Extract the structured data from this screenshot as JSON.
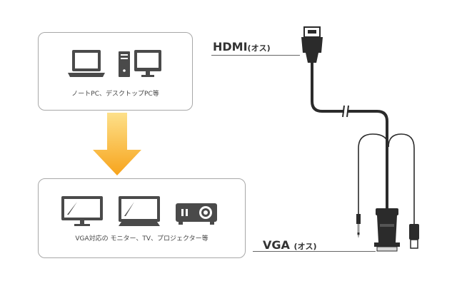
{
  "source": {
    "caption": "ノートPC、デスクトップPC等",
    "icons": [
      "laptop-icon",
      "desktop-pc-icon"
    ]
  },
  "target": {
    "caption": "VGA対応の モニター、TV、プロジェクター等",
    "icons": [
      "monitor-icon",
      "tv-icon",
      "projector-icon"
    ]
  },
  "cable": {
    "hdmi_label": "HDMI",
    "hdmi_suffix": "(オス)",
    "vga_label": "VGA",
    "vga_suffix": "(オス)"
  },
  "colors": {
    "arrow_top": "#fde08a",
    "arrow_bottom": "#f7a41c",
    "icon": "#4a4a4a",
    "cable": "#2b2b2b"
  }
}
